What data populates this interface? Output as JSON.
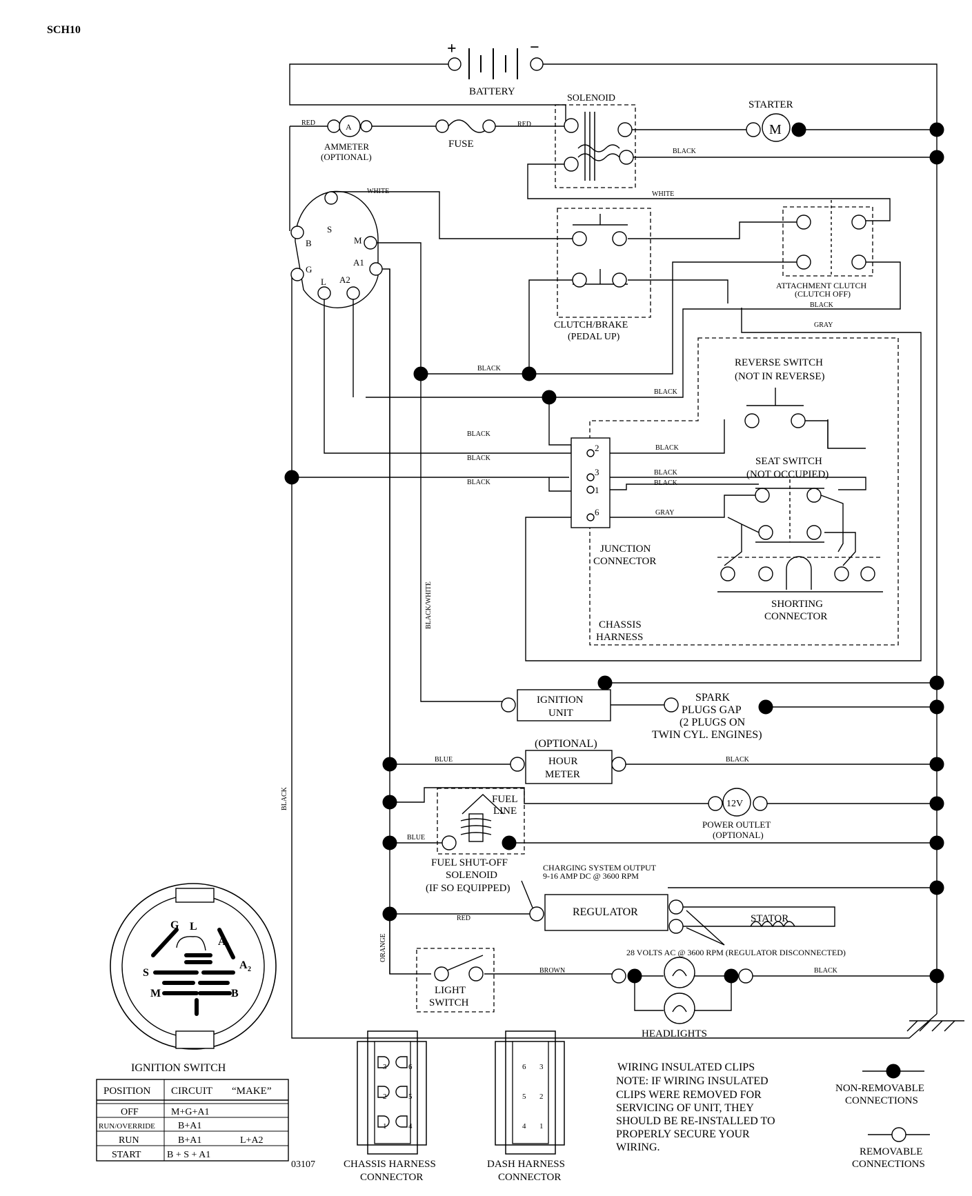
{
  "doc_id": "SCH10",
  "drawing_number": "03107",
  "components": {
    "battery": "BATTERY",
    "battery_plus": "+",
    "battery_minus": "−",
    "solenoid": "SOLENOID",
    "starter": "STARTER",
    "starter_symbol": "M",
    "ammeter": "AMMETER",
    "ammeter_optional": "(OPTIONAL)",
    "ammeter_symbol": "A",
    "fuse": "FUSE",
    "clutch_brake_1": "CLUTCH/BRAKE",
    "clutch_brake_2": "(PEDAL UP)",
    "attachment_clutch_1": "ATTACHMENT CLUTCH",
    "attachment_clutch_2": "(CLUTCH OFF)",
    "reverse_switch_1": "REVERSE SWITCH",
    "reverse_switch_2": "(NOT IN REVERSE)",
    "seat_switch_1": "SEAT SWITCH",
    "seat_switch_2": "(NOT OCCUPIED)",
    "junction_1": "JUNCTION",
    "junction_2": "CONNECTOR",
    "shorting_1": "SHORTING",
    "shorting_2": "CONNECTOR",
    "chassis_harness_1": "CHASSIS",
    "chassis_harness_2": "HARNESS",
    "ignition_unit_1": "IGNITION",
    "ignition_unit_2": "UNIT",
    "spark_1": "SPARK",
    "spark_2": "PLUGS GAP",
    "spark_3": "(2 PLUGS ON",
    "spark_4": "TWIN CYL. ENGINES)",
    "hour_meter_optional": "(OPTIONAL)",
    "hour_meter_1": "HOUR",
    "hour_meter_2": "METER",
    "fuel_line_1": "FUEL",
    "fuel_line_2": "LINE",
    "power_outlet_symbol": "12V",
    "power_outlet_1": "POWER OUTLET",
    "power_outlet_2": "(OPTIONAL)",
    "fuel_solenoid_1": "FUEL SHUT-OFF",
    "fuel_solenoid_2": "SOLENOID",
    "fuel_solenoid_3": "(IF SO EQUIPPED)",
    "charging_1": "CHARGING SYSTEM OUTPUT",
    "charging_2": "9-16 AMP DC @ 3600 RPM",
    "regulator": "REGULATOR",
    "stator": "STATOR",
    "ac_note": "28 VOLTS AC @ 3600 RPM (REGULATOR DISCONNECTED)",
    "light_switch_1": "LIGHT",
    "light_switch_2": "SWITCH",
    "headlights": "HEADLIGHTS"
  },
  "wires": {
    "red": "RED",
    "black": "BLACK",
    "white": "WHITE",
    "gray": "GRAY",
    "blue": "BLUE",
    "brown": "BROWN",
    "orange": "ORANGE",
    "black_white": "BLACK/WHITE"
  },
  "ignition_terminals": {
    "S": "S",
    "B": "B",
    "G": "G",
    "L": "L",
    "M": "M",
    "A1": "A1",
    "A2": "A2"
  },
  "junction_pins": [
    "2",
    "3",
    "1",
    "6"
  ],
  "ignition_switch_face": {
    "G": "G",
    "L": "L",
    "A1": "A",
    "A1_sub": "1",
    "A2": "A",
    "A2_sub": "2",
    "S": "S",
    "M": "M",
    "B": "B"
  },
  "ignition_switch": {
    "title": "IGNITION SWITCH",
    "headers": [
      "POSITION",
      "CIRCUIT",
      "“MAKE”"
    ],
    "rows": [
      {
        "position": "OFF",
        "circuit": "M+G+A1",
        "make": ""
      },
      {
        "position": "RUN/OVERRIDE",
        "circuit": "B+A1",
        "make": ""
      },
      {
        "position": "RUN",
        "circuit": "B+A1",
        "make": "L+A2"
      },
      {
        "position": "START",
        "circuit": "B + S + A1",
        "make": ""
      }
    ]
  },
  "connectors": {
    "chassis_1": "CHASSIS HARNESS",
    "chassis_2": "CONNECTOR",
    "chassis_pins": [
      "3",
      "6",
      "2",
      "5",
      "1",
      "4"
    ],
    "dash_1": "DASH HARNESS",
    "dash_2": "CONNECTOR",
    "dash_pins": [
      "6",
      "3",
      "5",
      "2",
      "4",
      "1"
    ]
  },
  "note": {
    "title": "WIRING INSULATED CLIPS",
    "lines": [
      "NOTE:  IF WIRING INSULATED",
      "CLIPS WERE REMOVED FOR",
      "SERVICING OF UNIT, THEY",
      "SHOULD BE RE-INSTALLED TO",
      "PROPERLY SECURE YOUR",
      " WIRING."
    ]
  },
  "legend": {
    "non_removable_1": "NON-REMOVABLE",
    "non_removable_2": "CONNECTIONS",
    "removable_1": "REMOVABLE",
    "removable_2": "CONNECTIONS"
  }
}
